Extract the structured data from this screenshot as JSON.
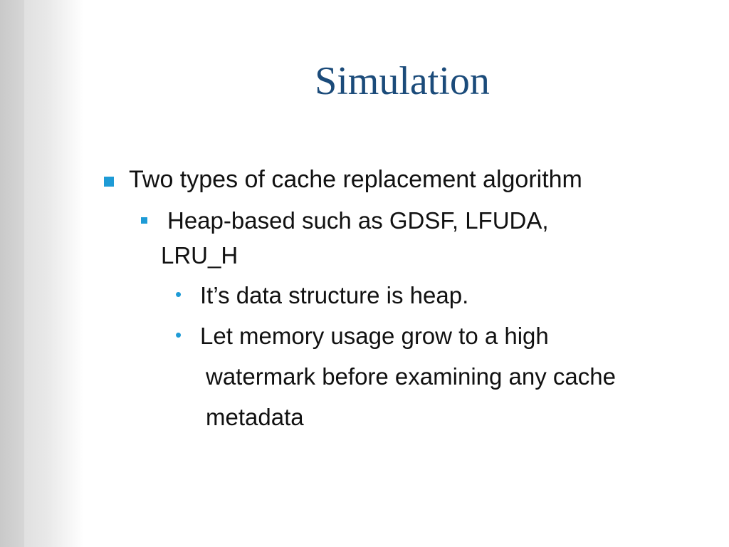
{
  "slide": {
    "title": "Simulation",
    "bullets": {
      "l1": "Two types of cache replacement algorithm",
      "l2_line1": "Heap-based such as GDSF, LFUDA,",
      "l2_line2": "LRU_H",
      "l3a": "It’s data structure is heap.",
      "l3b_line1": "Let memory usage grow to a high",
      "l3b_line2": "watermark before examining any cache",
      "l3b_line3": "metadata"
    },
    "bullet_marks": {
      "level3": "•"
    }
  },
  "colors": {
    "title": "#1b4b7a",
    "bullet": "#1e9bd6",
    "stripe": [
      "#5b8fa8",
      "#0f3a6b",
      "#3a6fd8",
      "#000000",
      "#e4e2bc",
      "#0aa0cc",
      "#8fc6f0",
      "#ffffff"
    ]
  }
}
